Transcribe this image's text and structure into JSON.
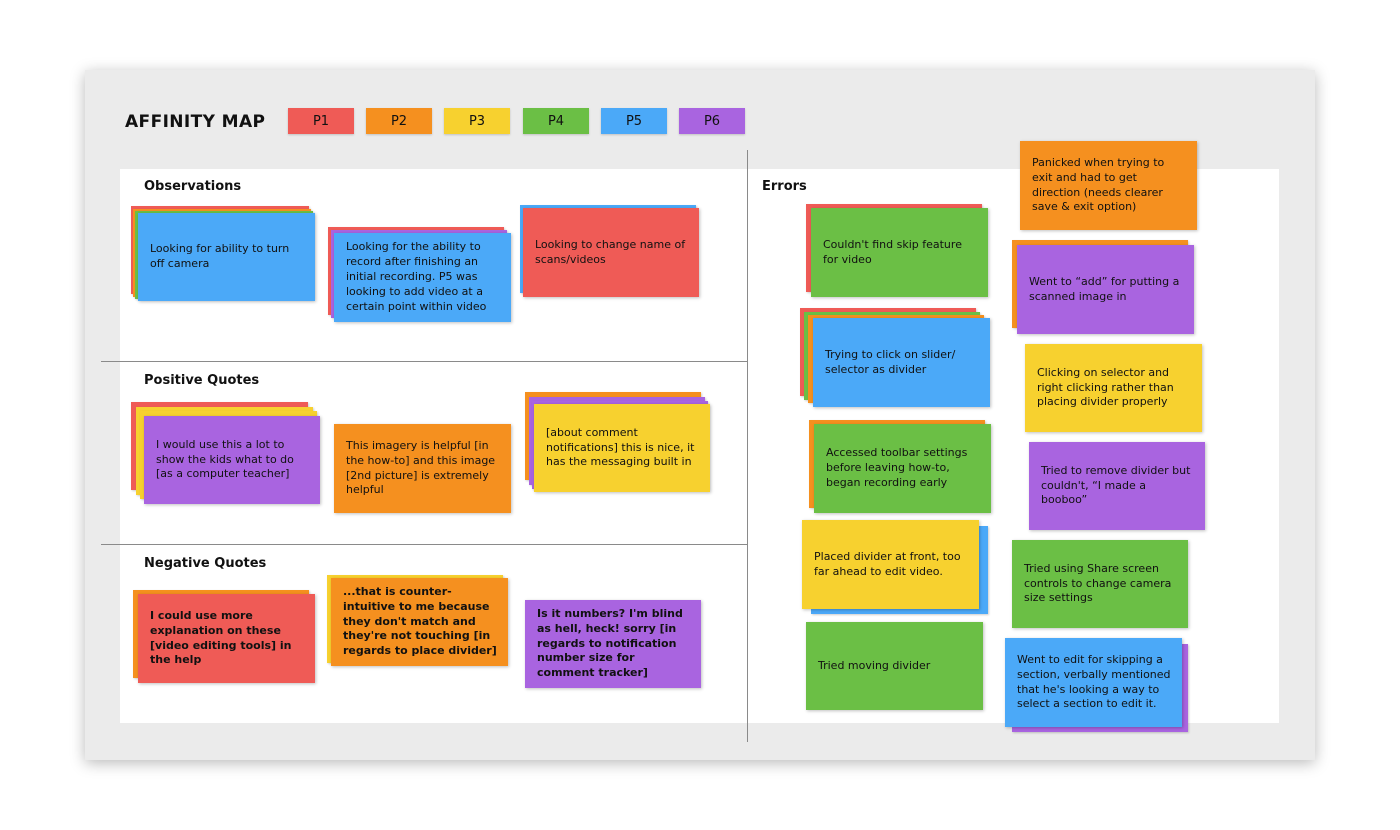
{
  "header": {
    "title": "AFFINITY MAP",
    "participants": [
      {
        "label": "P1",
        "color": "#ef5b56"
      },
      {
        "label": "P2",
        "color": "#f5901f"
      },
      {
        "label": "P3",
        "color": "#f7d12f"
      },
      {
        "label": "P4",
        "color": "#6bbf45"
      },
      {
        "label": "P5",
        "color": "#4ba9f8"
      },
      {
        "label": "P6",
        "color": "#a964e0"
      }
    ]
  },
  "sections": {
    "observations": {
      "title": "Observations",
      "notes": [
        "Looking for ability to turn off camera",
        "Looking for the ability to record after finishing an initial recording. P5 was looking to add video at a certain point within video",
        "Looking to change name of scans/videos"
      ]
    },
    "positive_quotes": {
      "title": "Positive Quotes",
      "notes": [
        "I would use this a lot to show the kids what to do [as a computer teacher]",
        "This imagery is helpful [in the how-to] and this image [2nd picture] is extremely helpful",
        "[about comment notifications] this is nice, it has the messaging built in"
      ]
    },
    "negative_quotes": {
      "title": "Negative Quotes",
      "notes": [
        "I could use more explanation on these [video editing tools] in the help",
        "...that is counter-intuitive to me because they don't match and they're not touching [in regards to place divider]",
        "Is it numbers? I'm blind as hell, heck! sorry [in regards to notification number size for comment tracker]"
      ]
    },
    "errors": {
      "title": "Errors",
      "notes": [
        "Couldn't find skip feature for video",
        "Trying to click on slider/ selector as divider",
        "Accessed toolbar settings before leaving how-to, began recording early",
        "Placed divider at front, too far ahead to edit video.",
        "Tried moving divider",
        "Panicked when trying to exit and had to get direction (needs clearer save & exit option)",
        "Went to “add” for putting a scanned image in",
        "Clicking on selector and right clicking rather than placing divider properly",
        "Tried to remove divider but couldn't, “I made a booboo”",
        "Tried using Share screen controls to change camera size settings",
        "Went to edit for skipping a section, verbally mentioned that he's looking a way to select a section to edit it."
      ]
    }
  }
}
